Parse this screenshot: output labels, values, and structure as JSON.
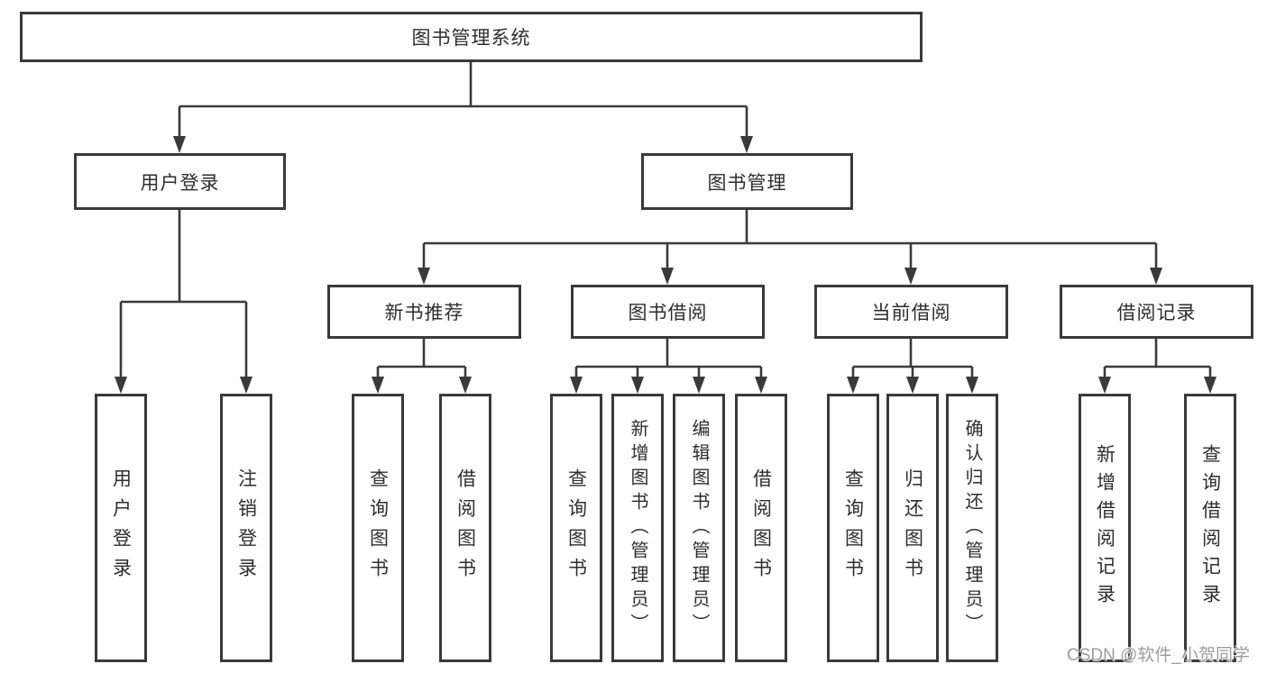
{
  "diagram": {
    "title": "图书管理系统",
    "root": {
      "label": "图书管理系统",
      "children": [
        {
          "label": "用户登录",
          "children": [
            {
              "label": "用户登录"
            },
            {
              "label": "注销登录"
            }
          ]
        },
        {
          "label": "图书管理",
          "children": [
            {
              "label": "新书推荐",
              "children": [
                {
                  "label": "查询图书"
                },
                {
                  "label": "借阅图书"
                }
              ]
            },
            {
              "label": "图书借阅",
              "children": [
                {
                  "label": "查询图书"
                },
                {
                  "label": "新增图书（管理员）"
                },
                {
                  "label": "编辑图书（管理员）"
                },
                {
                  "label": "借阅图书"
                }
              ]
            },
            {
              "label": "当前借阅",
              "children": [
                {
                  "label": "查询图书"
                },
                {
                  "label": "归还图书"
                },
                {
                  "label": "确认归还（管理员）"
                }
              ]
            },
            {
              "label": "借阅记录",
              "children": [
                {
                  "label": "新增借阅记录"
                },
                {
                  "label": "查询借阅记录"
                }
              ]
            }
          ]
        }
      ]
    },
    "line_color": "#3a3a3a",
    "text_color": "#2e2e2e"
  },
  "watermark": {
    "text": "CSDN @软件_小贺同学"
  }
}
